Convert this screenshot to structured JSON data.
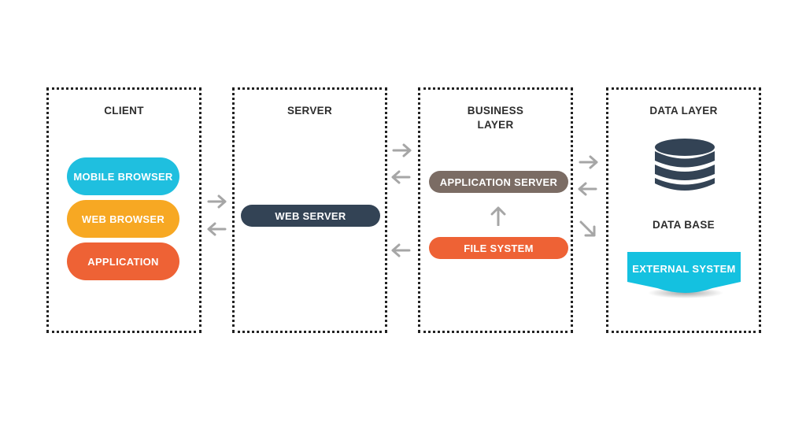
{
  "colors": {
    "client_mobile": "#1fbfdf",
    "client_web": "#f7a823",
    "client_app": "#ee6235",
    "web_server": "#334355",
    "app_server": "#7b6c64",
    "file_system": "#ee6235",
    "external": "#14c1e0",
    "database": "#334355",
    "arrow": "#a6a6a6"
  },
  "panels": {
    "client": {
      "title": "CLIENT",
      "items": [
        "MOBILE BROWSER",
        "WEB BROWSER",
        "APPLICATION"
      ]
    },
    "server": {
      "title": "SERVER",
      "items": [
        "WEB SERVER"
      ]
    },
    "business": {
      "title": "BUSINESS\nLAYER",
      "items": [
        "APPLICATION SERVER",
        "FILE SYSTEM"
      ]
    },
    "data": {
      "title": "DATA LAYER",
      "database_label": "DATA BASE",
      "items": [
        "EXTERNAL SYSTEM"
      ]
    }
  },
  "icons": {
    "database": "database-icon",
    "arrow_right": "arrow-right-icon",
    "arrow_left": "arrow-left-icon",
    "arrow_up": "arrow-up-icon",
    "arrow_diagonal": "arrow-down-right-icon"
  }
}
